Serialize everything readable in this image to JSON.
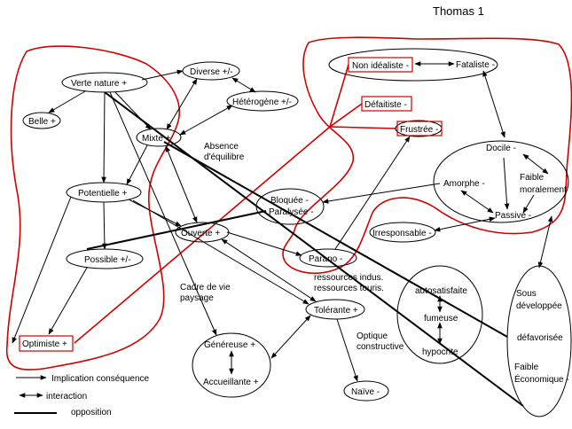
{
  "title": "Thomas 1",
  "nodes": {
    "verte_nature": "Verte nature +",
    "belle": "Belle +",
    "diverse": "Diverse +/-",
    "heterogene": "Hétérogène +/-",
    "mixte": "Mixte +",
    "potentielle": "Potentielle +",
    "possible": "Possible +/-",
    "optimiste": "Optimiste +",
    "ouverte": "Ouverte +",
    "bloquee": "Bloquée -",
    "paralysee": "Paralysée -",
    "parano": "Parano -",
    "tolerante": "Tolérante +",
    "genereuse": "Généreuse +",
    "accueillante": "Accueillante +",
    "naive": "Naïve -",
    "non_idealiste": "Non idéaliste -",
    "fataliste": "Fataliste -",
    "defaitiste": "Défaitiste -",
    "frustree": "Frustrée -",
    "docile": "Docile -",
    "amorphe": "Amorphe -",
    "faible_morale_1": "Faible",
    "faible_morale_2": "moralement",
    "passive": "Passive -",
    "irresponsable": "Irresponsable -",
    "autosatisfaite": "autosatisfaite",
    "fumeuse": "fumeuse",
    "hypocrite": "hypocrite",
    "sous_dev_1": "Sous",
    "sous_dev_2": "développée",
    "defavorisee": "défavorisée",
    "faible_eco_1": "Faible",
    "faible_eco_2": "Économique -"
  },
  "annotations": {
    "absence_1": "Absence",
    "absence_2": "d'équilibre",
    "cadre_1": "Cadre de vie",
    "cadre_2": "paysage",
    "ressources_1": "ressources indus.",
    "ressources_2": "ressources touris.",
    "optique_1": "Optique",
    "optique_2": "constructive"
  },
  "legend": {
    "implication": "Implication conséquence",
    "interaction": "interaction",
    "opposition": "opposition"
  },
  "colors": {
    "ink": "#000000",
    "highlight": "#d00000",
    "background": "#ffffff"
  }
}
